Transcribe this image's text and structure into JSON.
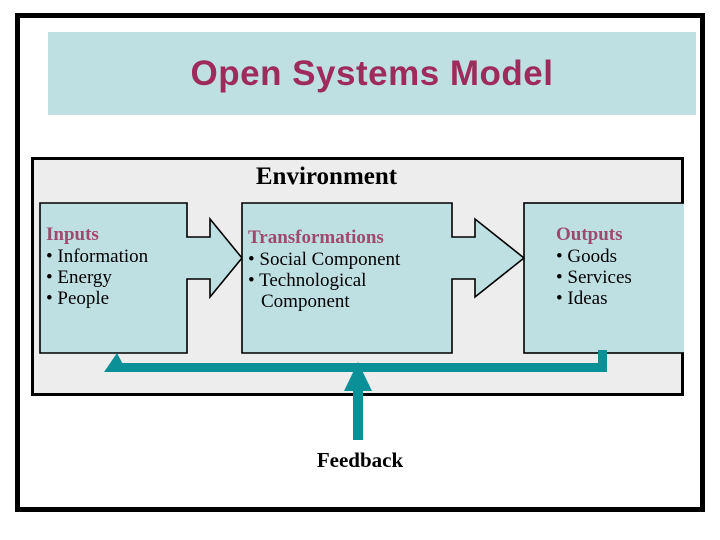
{
  "slide": {
    "title": "Open Systems Model",
    "title_band_color": "#bfe0e3",
    "title_text_color": "#9e2b5c",
    "frame_color": "#000000",
    "background_color": "#ffffff"
  },
  "diagram": {
    "container_label": "Environment",
    "container_fill": "#ededed",
    "box_fill": "#bfe0e3",
    "box_stroke": "#000000",
    "heading_color": "#9e4a6e",
    "arrow_color": "#0a9198",
    "stages": [
      {
        "name": "inputs",
        "heading": "Inputs",
        "items": [
          "Information",
          "Energy",
          "People"
        ]
      },
      {
        "name": "transformations",
        "heading": "Transformations",
        "items": [
          "Social Component",
          "Technological",
          "Component"
        ]
      },
      {
        "name": "outputs",
        "heading": "Outputs",
        "items": [
          "Goods",
          "Services",
          "Ideas"
        ]
      }
    ],
    "feedback_label": "Feedback",
    "bullet_glyph": "•"
  }
}
